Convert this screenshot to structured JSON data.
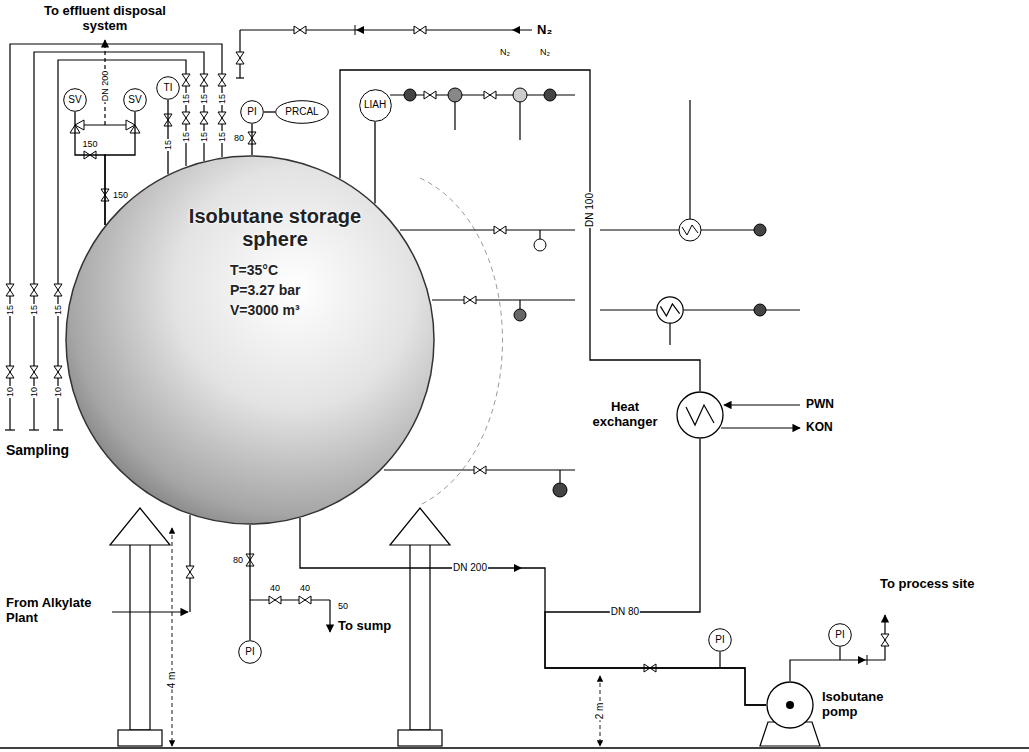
{
  "diagram": {
    "nodes": [
      {
        "text": [
          "Isobutane storage sphere",
          "T=35°C",
          "P=3.27 bar",
          "V=3000 m³"
        ]
      },
      {
        "text": [
          "SV"
        ]
      },
      {
        "text": [
          "SV"
        ]
      },
      {
        "text": [
          "TI"
        ]
      },
      {
        "text": [
          "PI"
        ]
      },
      {
        "text": [
          "PRCAL"
        ]
      },
      {
        "text": [
          "LIAH"
        ]
      },
      {
        "text": [
          "Heat exchanger"
        ]
      },
      {
        "text": [
          "PI"
        ]
      },
      {
        "text": [
          "PI"
        ]
      },
      {
        "text": [
          "PI"
        ]
      },
      {
        "text": [
          "Isobutane pomp"
        ]
      }
    ],
    "edges": [
      {
        "from": 0,
        "to": 11,
        "arrow": "none",
        "label": "DN 200"
      },
      {
        "from": 7,
        "to": 11,
        "arrow": "none",
        "label": "DN 80"
      },
      {
        "from": 0,
        "to": 7,
        "arrow": "none",
        "label": "DN 100"
      },
      {
        "from": 4,
        "to": 5,
        "arrow": "none"
      },
      {
        "from": 3,
        "to": 0,
        "arrow": "none"
      },
      {
        "from": 4,
        "to": 0,
        "arrow": "none"
      },
      {
        "from": 6,
        "to": 0,
        "arrow": "none"
      },
      {
        "from": 1,
        "to": 0,
        "arrow": "none"
      },
      {
        "from": 2,
        "to": 0,
        "arrow": "none"
      },
      {
        "from": 8,
        "to": 0,
        "arrow": "none"
      }
    ],
    "labels": [
      "To effluent disposal system",
      "DN 200",
      "150",
      "150",
      "15",
      "15",
      "15",
      "15",
      "15",
      "15",
      "15",
      "80",
      "N₂",
      "N₂",
      "N₂",
      "15",
      "15",
      "15",
      "10",
      "10",
      "10",
      "Sampling",
      "From Alkylate Plant",
      "4 m",
      "80",
      "40",
      "40",
      "50",
      "To sump",
      "PWN",
      "KON",
      "2 m",
      "To process site"
    ]
  }
}
